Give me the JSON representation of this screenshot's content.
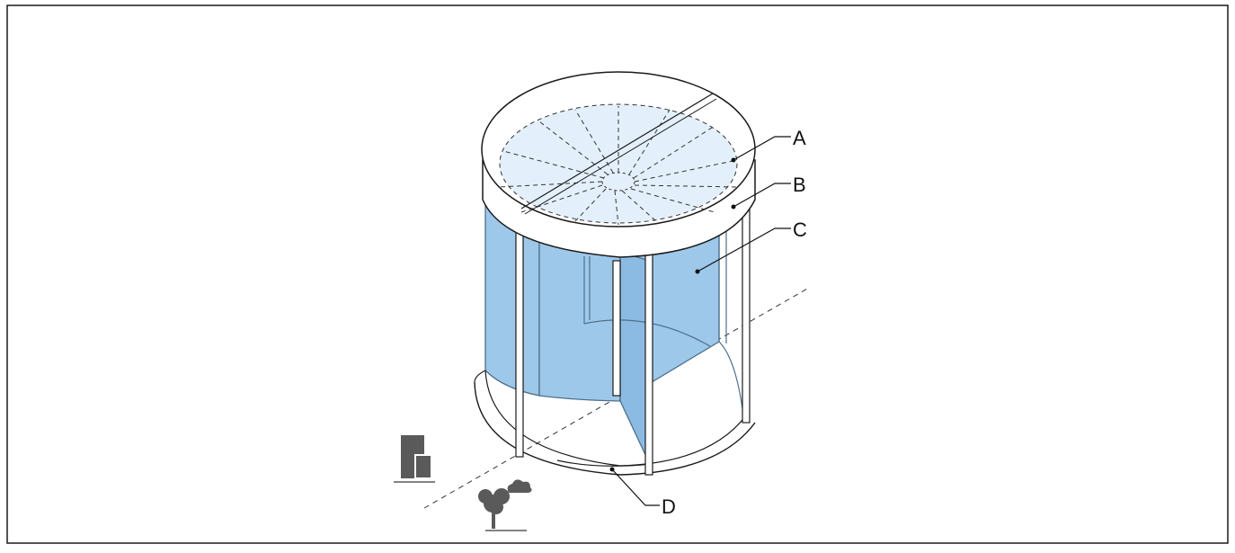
{
  "labels": {
    "a": "A",
    "b": "B",
    "c": "C",
    "d": "D"
  },
  "colors": {
    "glass": "#9dc8ea",
    "glass_edge": "#4f6f8c",
    "canopy_top": "#e3f0fb",
    "line": "#1a1a1a",
    "icon": "#5a5a5a"
  },
  "icons": {
    "inside": "building-icon",
    "outside": "tree-and-cloud-icon"
  }
}
